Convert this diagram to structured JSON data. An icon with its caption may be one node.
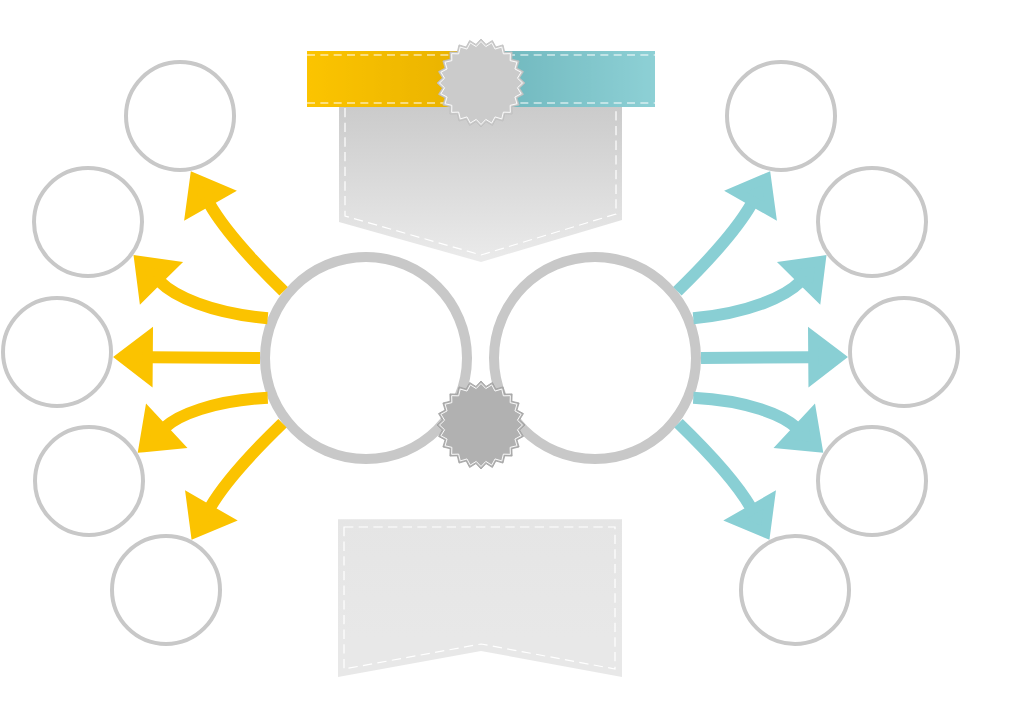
{
  "diagram": {
    "nodes": [
      {
        "text": [],
        "shape": "bar"
      },
      {
        "text": [],
        "shape": "banner"
      },
      {
        "text": [],
        "shape": "star"
      },
      {
        "text": [],
        "shape": "circle"
      },
      {
        "text": [],
        "shape": "circle"
      },
      {
        "text": [],
        "shape": "star"
      },
      {
        "text": [],
        "shape": "circle"
      },
      {
        "text": [],
        "shape": "circle"
      },
      {
        "text": [],
        "shape": "circle"
      },
      {
        "text": [],
        "shape": "circle"
      },
      {
        "text": [],
        "shape": "circle"
      },
      {
        "text": [],
        "shape": "circle"
      },
      {
        "text": [],
        "shape": "circle"
      },
      {
        "text": [],
        "shape": "circle"
      },
      {
        "text": [],
        "shape": "circle"
      },
      {
        "text": [],
        "shape": "circle"
      },
      {
        "text": [],
        "shape": "banner"
      }
    ],
    "edges": [
      {
        "from": 3,
        "to": 6,
        "arrow": "to",
        "color": "#fbc300"
      },
      {
        "from": 3,
        "to": 7,
        "arrow": "to",
        "color": "#fbc300"
      },
      {
        "from": 3,
        "to": 8,
        "arrow": "to",
        "color": "#fbc300"
      },
      {
        "from": 3,
        "to": 9,
        "arrow": "to",
        "color": "#fbc300"
      },
      {
        "from": 3,
        "to": 10,
        "arrow": "to",
        "color": "#fbc300"
      },
      {
        "from": 4,
        "to": 11,
        "arrow": "to",
        "color": "#89cfd4"
      },
      {
        "from": 4,
        "to": 12,
        "arrow": "to",
        "color": "#89cfd4"
      },
      {
        "from": 4,
        "to": 13,
        "arrow": "to",
        "color": "#89cfd4"
      },
      {
        "from": 4,
        "to": 14,
        "arrow": "to",
        "color": "#89cfd4"
      },
      {
        "from": 4,
        "to": 15,
        "arrow": "to",
        "color": "#89cfd4"
      }
    ]
  }
}
